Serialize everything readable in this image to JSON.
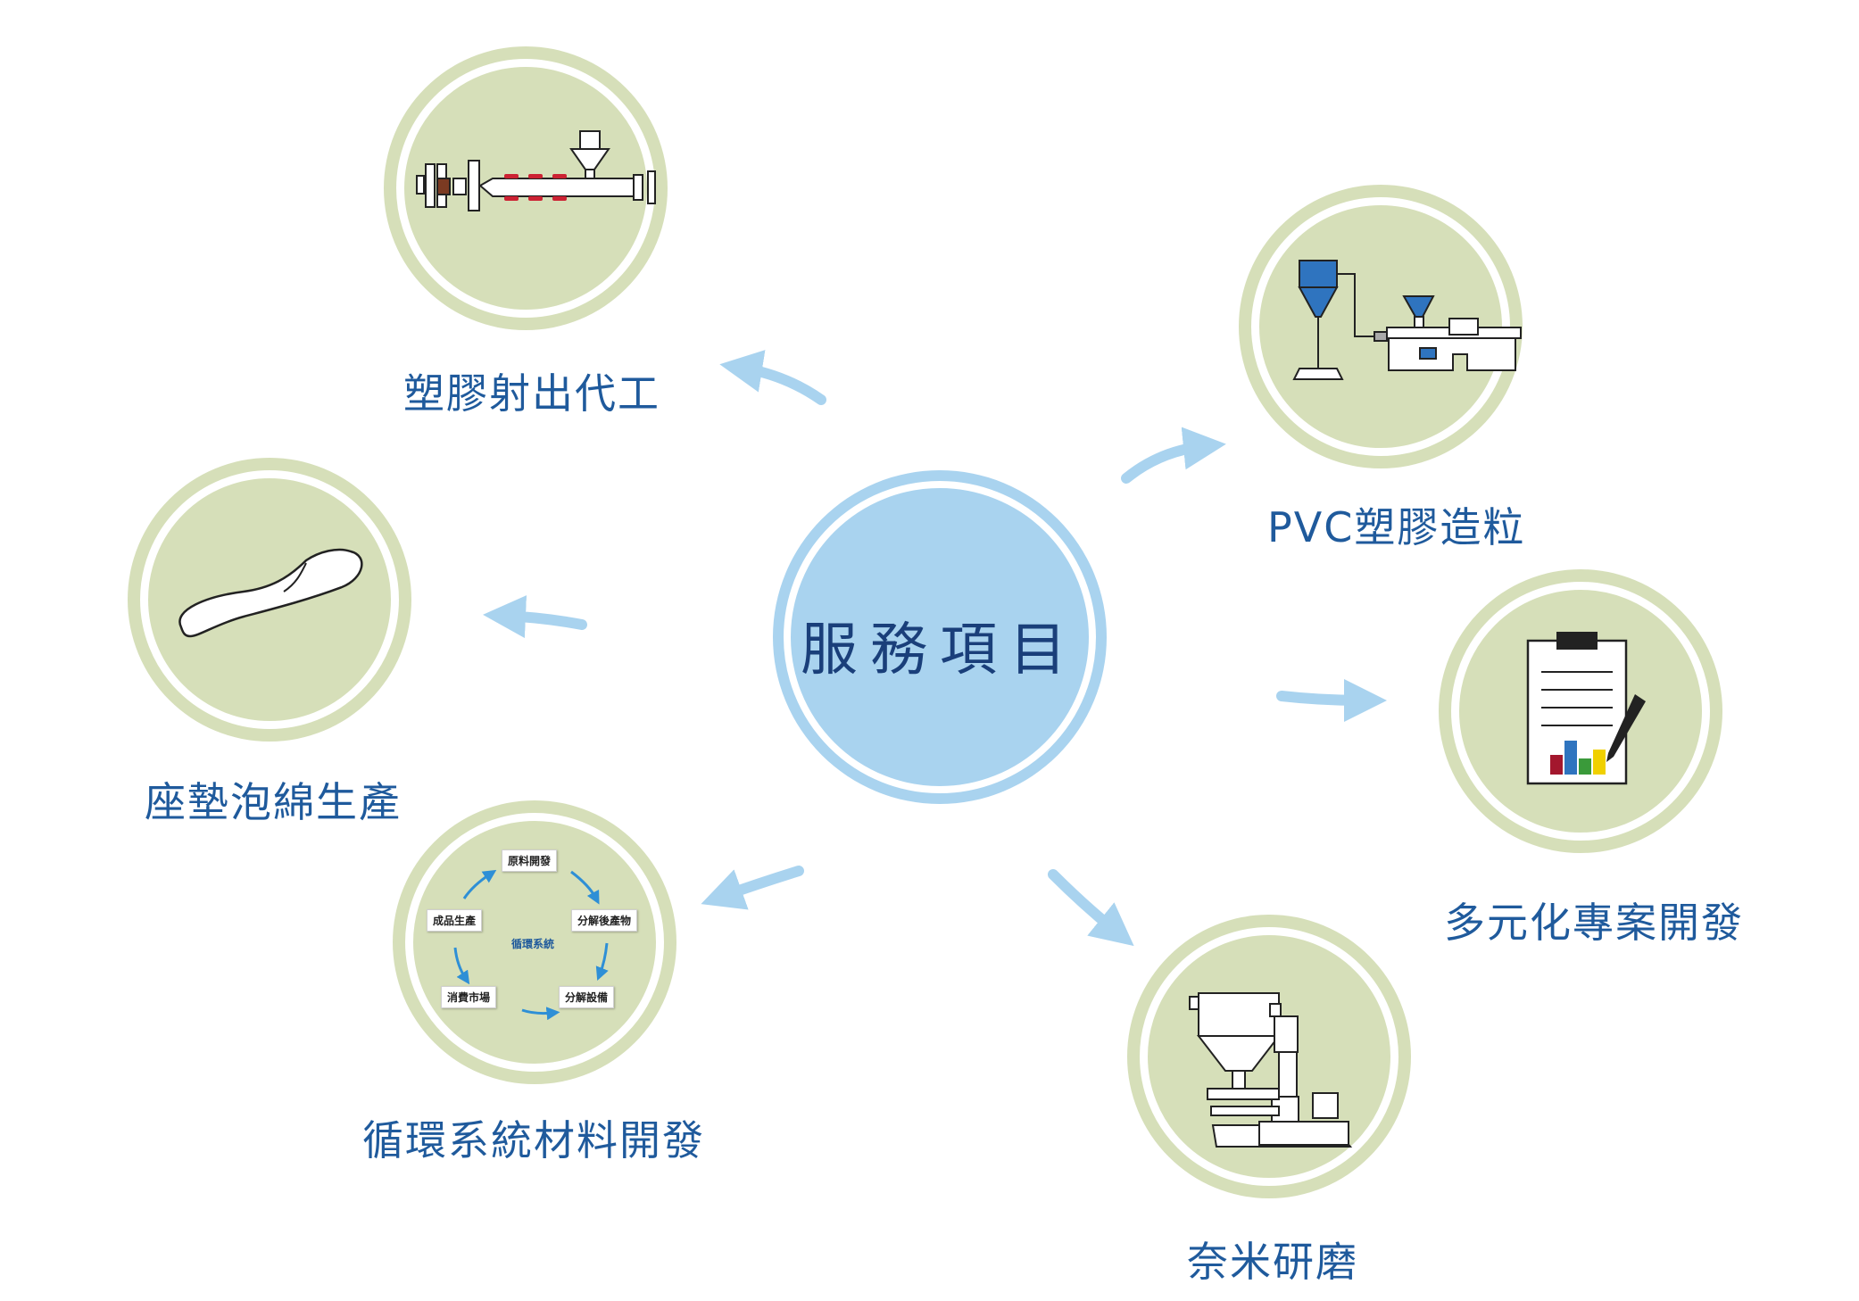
{
  "center": {
    "title": "服務項目"
  },
  "nodes": {
    "injection": {
      "label": "塑膠射出代工",
      "icon": "injection-molding-machine-icon"
    },
    "pvc": {
      "label": "PVC塑膠造粒",
      "icon": "pvc-pelletizing-machine-icon"
    },
    "seat": {
      "label": "座墊泡綿生產",
      "icon": "bicycle-seat-icon"
    },
    "project": {
      "label": "多元化專案開發",
      "icon": "clipboard-chart-icon"
    },
    "recycle": {
      "label": "循環系統材料開發",
      "icon": "recycle-cycle-icon",
      "cycle": {
        "center": "循環系統",
        "steps": [
          "原料開發",
          "分解後產物",
          "分解設備",
          "消費市場",
          "成品生產"
        ]
      }
    },
    "nano": {
      "label": "奈米研磨",
      "icon": "grinding-machine-icon"
    }
  },
  "colors": {
    "node_fill": "#d6dfb9",
    "center_fill": "#a9d3ef",
    "arrow": "#a9d3ef",
    "label_text": "#1f5a9c",
    "center_text": "#1a3f7a"
  }
}
